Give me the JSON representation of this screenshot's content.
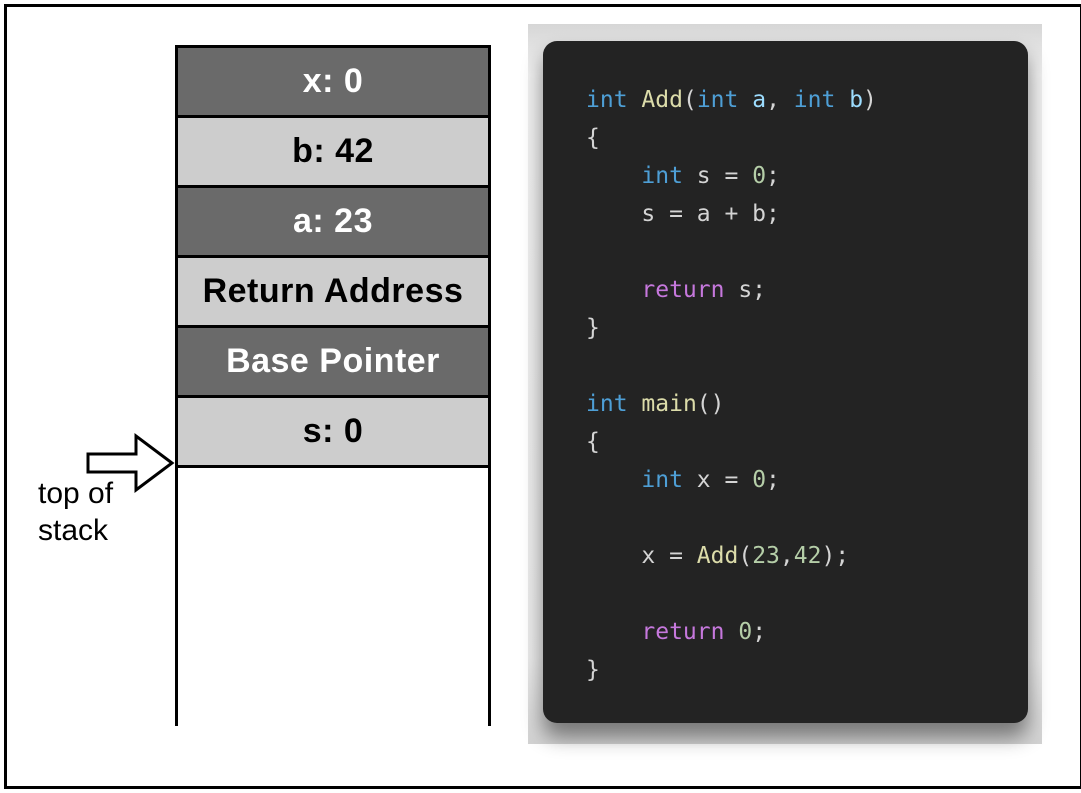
{
  "stack_diagram": {
    "cells": [
      {
        "label": "x: 0",
        "tone": "dark"
      },
      {
        "label": "b: 42",
        "tone": "light"
      },
      {
        "label": "a: 23",
        "tone": "dark"
      },
      {
        "label": "Return Address",
        "tone": "light"
      },
      {
        "label": "Base Pointer",
        "tone": "dark"
      },
      {
        "label": "s: 0",
        "tone": "light"
      }
    ],
    "pointer": {
      "icon": "right-block-arrow",
      "label_line1": "top of",
      "label_line2": "stack"
    }
  },
  "code_panel": {
    "language": "c",
    "lines": [
      [
        {
          "t": "kw",
          "v": "int"
        },
        {
          "t": "pl",
          "v": " "
        },
        {
          "t": "fn",
          "v": "Add"
        },
        {
          "t": "pl",
          "v": "("
        },
        {
          "t": "kw",
          "v": "int"
        },
        {
          "t": "pl",
          "v": " "
        },
        {
          "t": "param",
          "v": "a"
        },
        {
          "t": "pl",
          "v": ", "
        },
        {
          "t": "kw",
          "v": "int"
        },
        {
          "t": "pl",
          "v": " "
        },
        {
          "t": "param",
          "v": "b"
        },
        {
          "t": "pl",
          "v": ")"
        }
      ],
      [
        {
          "t": "pl",
          "v": "{"
        }
      ],
      [
        {
          "t": "pl",
          "v": "    "
        },
        {
          "t": "kw",
          "v": "int"
        },
        {
          "t": "pl",
          "v": " s = "
        },
        {
          "t": "num",
          "v": "0"
        },
        {
          "t": "pl",
          "v": ";"
        }
      ],
      [
        {
          "t": "pl",
          "v": "    s = a + b;"
        }
      ],
      [],
      [
        {
          "t": "pl",
          "v": "    "
        },
        {
          "t": "ctrl",
          "v": "return"
        },
        {
          "t": "pl",
          "v": " s;"
        }
      ],
      [
        {
          "t": "pl",
          "v": "}"
        }
      ],
      [],
      [
        {
          "t": "kw",
          "v": "int"
        },
        {
          "t": "pl",
          "v": " "
        },
        {
          "t": "fn",
          "v": "main"
        },
        {
          "t": "pl",
          "v": "()"
        }
      ],
      [
        {
          "t": "pl",
          "v": "{"
        }
      ],
      [
        {
          "t": "pl",
          "v": "    "
        },
        {
          "t": "kw",
          "v": "int"
        },
        {
          "t": "pl",
          "v": " x = "
        },
        {
          "t": "num",
          "v": "0"
        },
        {
          "t": "pl",
          "v": ";"
        }
      ],
      [],
      [
        {
          "t": "pl",
          "v": "    x = "
        },
        {
          "t": "fn",
          "v": "Add"
        },
        {
          "t": "pl",
          "v": "("
        },
        {
          "t": "num",
          "v": "23"
        },
        {
          "t": "pl",
          "v": ","
        },
        {
          "t": "num",
          "v": "42"
        },
        {
          "t": "pl",
          "v": ");"
        }
      ],
      [],
      [
        {
          "t": "pl",
          "v": "    "
        },
        {
          "t": "ctrl",
          "v": "return"
        },
        {
          "t": "pl",
          "v": " "
        },
        {
          "t": "num",
          "v": "0"
        },
        {
          "t": "pl",
          "v": ";"
        }
      ],
      [
        {
          "t": "pl",
          "v": "}"
        }
      ]
    ]
  },
  "colors": {
    "keyword": "#4E9FD6",
    "function": "#DCDCAA",
    "control": "#C678DD",
    "number": "#B5CEA8",
    "parameter": "#9CDCFE",
    "code_text": "#D4D4D4",
    "code_bg": "#232323",
    "cell_dark": "#6A6A6A",
    "cell_light": "#CDCDCD"
  }
}
